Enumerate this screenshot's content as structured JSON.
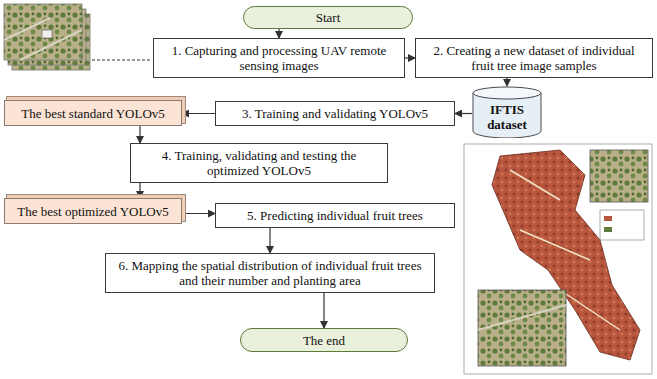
{
  "diagram": {
    "nodes": [
      {
        "text": [
          "Start"
        ]
      },
      {
        "text": [
          "1. Capturing and processing UAV remote sensing images"
        ]
      },
      {
        "text": [
          "2. Creating a new dataset of individual fruit tree image samples"
        ]
      },
      {
        "text": [
          "The best standard YOLOv5"
        ]
      },
      {
        "text": [
          "3. Training and validating YOLOv5"
        ]
      },
      {
        "text": [
          "IFTIS dataset"
        ]
      },
      {
        "text": [
          "4. Training, validating and testing the optimized YOLOv5"
        ]
      },
      {
        "text": [
          "The best optimized YOLOv5"
        ]
      },
      {
        "text": [
          "5. Predicting individual fruit trees"
        ]
      },
      {
        "text": [
          "6. Mapping the spatial distribution of individual fruit trees and their number and planting area"
        ]
      },
      {
        "text": [
          "The end"
        ]
      }
    ],
    "edges": [
      {
        "from": 0,
        "to": 1,
        "arrow": "to"
      },
      {
        "from": 1,
        "to": 2,
        "arrow": "to"
      },
      {
        "from": 2,
        "to": 5,
        "arrow": "to"
      },
      {
        "from": 5,
        "to": 4,
        "arrow": "to"
      },
      {
        "from": 4,
        "to": 3,
        "arrow": "to"
      },
      {
        "from": 3,
        "to": 6,
        "arrow": "to"
      },
      {
        "from": 6,
        "to": 7,
        "arrow": "to"
      },
      {
        "from": 7,
        "to": 8,
        "arrow": "to"
      },
      {
        "from": 8,
        "to": 9,
        "arrow": "to"
      },
      {
        "from": 9,
        "to": 10,
        "arrow": "to"
      }
    ]
  }
}
